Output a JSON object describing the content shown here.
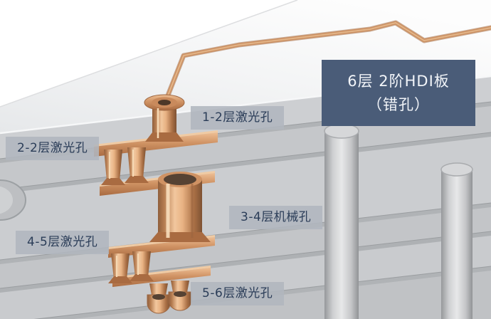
{
  "figure": {
    "title": {
      "line1": "6层 2阶HDI板",
      "line2": "（错孔）"
    },
    "labels": [
      {
        "name": "via-1-2",
        "text": "1-2层激光孔"
      },
      {
        "name": "via-2-2",
        "text": "2-2层激光孔"
      },
      {
        "name": "via-3-4",
        "text": "3-4层机械孔"
      },
      {
        "name": "via-4-5",
        "text": "4-5层激光孔"
      },
      {
        "name": "via-5-6",
        "text": "5-6层激光孔"
      }
    ],
    "colors": {
      "copper": "#cd9264",
      "board_gray": "#cbcdd0",
      "label_bg": "#b1b6be",
      "label_text": "#2b3d58",
      "title_bg": "#4a5c78",
      "title_text": "#f2f5f9"
    }
  }
}
